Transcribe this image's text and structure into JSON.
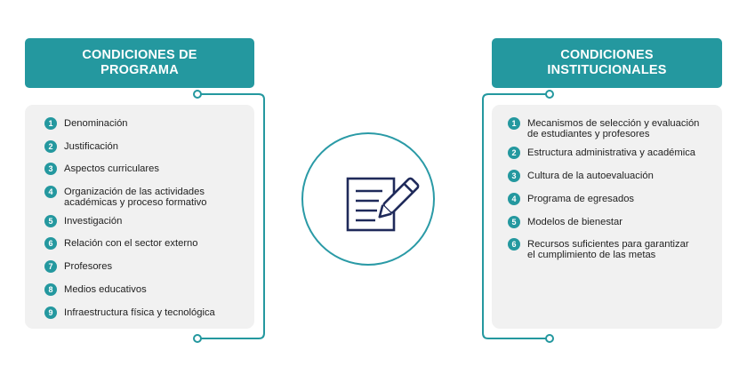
{
  "colors": {
    "accent": "#24989f",
    "icon": "#1f2a5a",
    "panel_bg": "#f1f1f1",
    "text": "#1f1f1f"
  },
  "left": {
    "title_lines": [
      "CONDICIONES DE",
      "PROGRAMA"
    ],
    "items": [
      {
        "num": "1",
        "lines": [
          "Denominación"
        ]
      },
      {
        "num": "2",
        "lines": [
          "Justificación"
        ]
      },
      {
        "num": "3",
        "lines": [
          "Aspectos curriculares"
        ]
      },
      {
        "num": "4",
        "lines": [
          "Organización de las actividades",
          "académicas y proceso formativo"
        ]
      },
      {
        "num": "5",
        "lines": [
          "Investigación"
        ]
      },
      {
        "num": "6",
        "lines": [
          "Relación con el sector externo"
        ]
      },
      {
        "num": "7",
        "lines": [
          "Profesores"
        ]
      },
      {
        "num": "8",
        "lines": [
          "Medios educativos"
        ]
      },
      {
        "num": "9",
        "lines": [
          "Infraestructura física y tecnológica"
        ]
      }
    ]
  },
  "right": {
    "title_lines": [
      "CONDICIONES",
      "INSTITUCIONALES"
    ],
    "items": [
      {
        "num": "1",
        "lines": [
          "Mecanismos de selección y evaluación",
          "de estudiantes y profesores"
        ]
      },
      {
        "num": "2",
        "lines": [
          "Estructura administrativa y académica"
        ]
      },
      {
        "num": "3",
        "lines": [
          "Cultura de la autoevaluación"
        ]
      },
      {
        "num": "4",
        "lines": [
          "Programa de egresados"
        ]
      },
      {
        "num": "5",
        "lines": [
          "Modelos de bienestar"
        ]
      },
      {
        "num": "6",
        "lines": [
          "Recursos suficientes para garantizar",
          "el cumplimiento de las metas"
        ]
      }
    ]
  },
  "center": {
    "icon": "document-pen-icon"
  }
}
